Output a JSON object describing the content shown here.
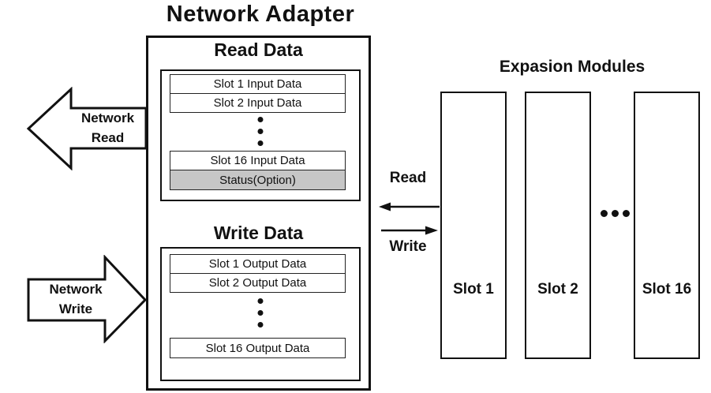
{
  "title": "Network Adapter",
  "adapter": {
    "read": {
      "heading": "Read Data",
      "rows": [
        "Slot 1 Input Data",
        "Slot 2 Input Data",
        "Slot 16 Input Data"
      ],
      "status_row": "Status(Option)"
    },
    "write": {
      "heading": "Write Data",
      "rows": [
        "Slot 1 Output Data",
        "Slot 2 Output Data",
        "Slot 16 Output Data"
      ]
    }
  },
  "network_read_arrow": {
    "line1": "Network",
    "line2": "Read"
  },
  "network_write_arrow": {
    "line1": "Network",
    "line2": "Write"
  },
  "bus": {
    "read_label": "Read",
    "write_label": "Write"
  },
  "modules": {
    "heading": "Expasion Modules",
    "slots": [
      {
        "label": "Slot 1"
      },
      {
        "label": "Slot 2"
      },
      {
        "label": "Slot 16"
      }
    ]
  },
  "colors": {
    "ink": "#111111",
    "status_bg": "#c6c6c6",
    "background": "#ffffff"
  }
}
